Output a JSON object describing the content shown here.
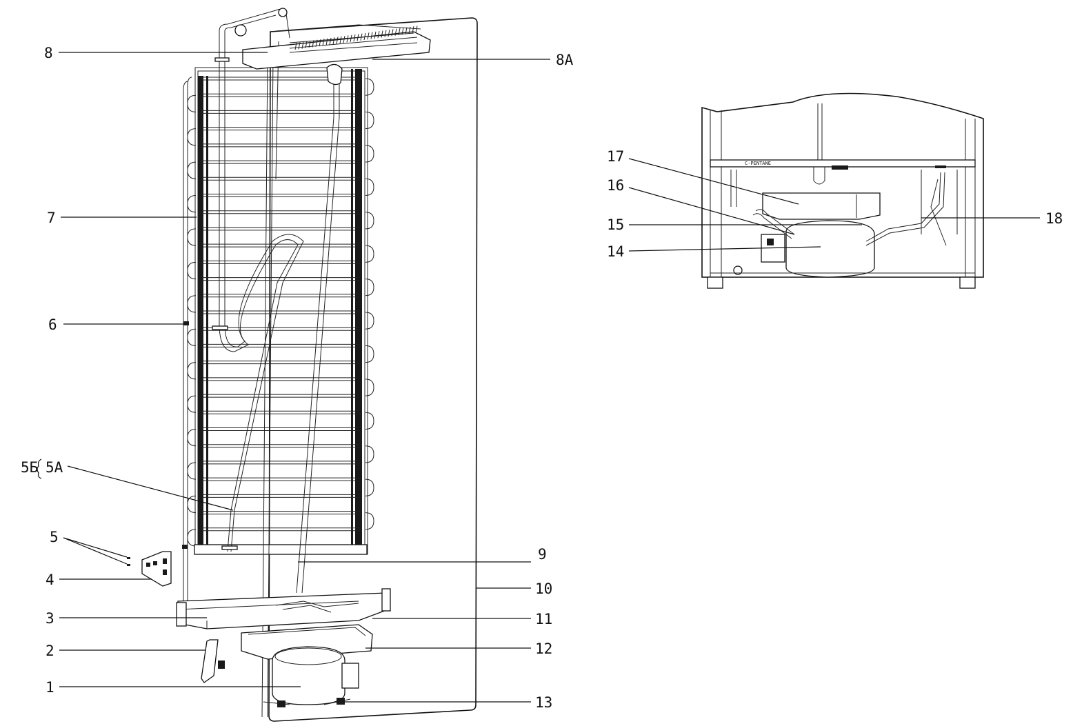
{
  "diagram": {
    "labels": [
      {
        "id": "l8",
        "text": "8"
      },
      {
        "id": "l8a",
        "text": "8А"
      },
      {
        "id": "l7",
        "text": "7"
      },
      {
        "id": "l6",
        "text": "6"
      },
      {
        "id": "l5b",
        "text": "5Б"
      },
      {
        "id": "l5a",
        "text": "5А"
      },
      {
        "id": "l5",
        "text": "5"
      },
      {
        "id": "l4",
        "text": "4"
      },
      {
        "id": "l3",
        "text": "3"
      },
      {
        "id": "l2",
        "text": "2"
      },
      {
        "id": "l1",
        "text": "1"
      },
      {
        "id": "l9",
        "text": "9"
      },
      {
        "id": "l10",
        "text": "10"
      },
      {
        "id": "l11",
        "text": "11"
      },
      {
        "id": "l12",
        "text": "12"
      },
      {
        "id": "l13",
        "text": "13"
      },
      {
        "id": "l17",
        "text": "17"
      },
      {
        "id": "l16",
        "text": "16"
      },
      {
        "id": "l15",
        "text": "15"
      },
      {
        "id": "l14",
        "text": "14"
      },
      {
        "id": "l18",
        "text": "18"
      }
    ],
    "inset_marking": "C-PENTANE",
    "colors": {
      "line": "#111111",
      "background": "#ffffff"
    }
  }
}
